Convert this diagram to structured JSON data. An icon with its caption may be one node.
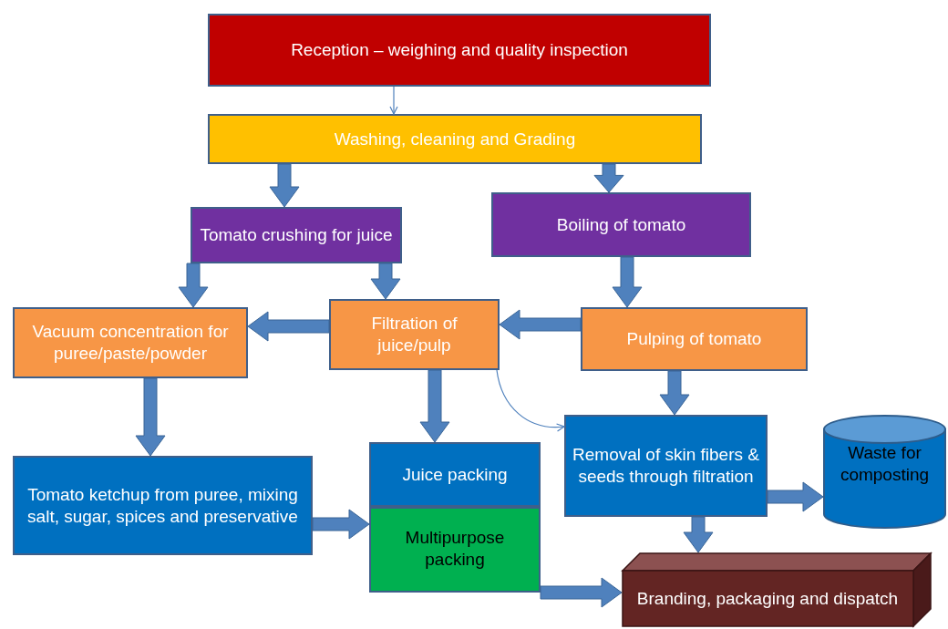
{
  "diagram": {
    "nodes": [
      {
        "text": [
          "Reception – weighing and quality inspection"
        ]
      },
      {
        "text": [
          "Washing, cleaning and Grading"
        ]
      },
      {
        "text": [
          "Tomato crushing for juice"
        ]
      },
      {
        "text": [
          "Boiling of tomato"
        ]
      },
      {
        "text": [
          "Vacuum concentration for puree/paste/powder"
        ]
      },
      {
        "text": [
          "Filtration of juice/pulp"
        ]
      },
      {
        "text": [
          "Pulping of tomato"
        ]
      },
      {
        "text": [
          "Tomato ketchup from puree, mixing salt, sugar, spices and preservative"
        ]
      },
      {
        "text": [
          "Juice packing"
        ]
      },
      {
        "text": [
          "Multipurpose packing"
        ]
      },
      {
        "text": [
          "Removal of skin fibers & seeds through filtration"
        ]
      },
      {
        "text": [
          "Waste for composting"
        ]
      },
      {
        "text": [
          "Branding, packaging and dispatch"
        ]
      }
    ],
    "edges": [
      {
        "from": 0,
        "to": 1,
        "arrow": "to"
      },
      {
        "from": 1,
        "to": 2,
        "arrow": "to",
        "style": "thick"
      },
      {
        "from": 1,
        "to": 3,
        "arrow": "to",
        "style": "thick"
      },
      {
        "from": 2,
        "to": 4,
        "arrow": "to",
        "style": "thick"
      },
      {
        "from": 2,
        "to": 5,
        "arrow": "to",
        "style": "thick"
      },
      {
        "from": 3,
        "to": 6,
        "arrow": "to",
        "style": "thick"
      },
      {
        "from": 6,
        "to": 5,
        "arrow": "to",
        "style": "thick"
      },
      {
        "from": 5,
        "to": 4,
        "arrow": "to",
        "style": "thick"
      },
      {
        "from": 4,
        "to": 7,
        "arrow": "to",
        "style": "thick"
      },
      {
        "from": 5,
        "to": 8,
        "arrow": "to",
        "style": "thick"
      },
      {
        "from": 6,
        "to": 10,
        "arrow": "to",
        "style": "thick"
      },
      {
        "from": 7,
        "to": 9,
        "arrow": "to",
        "style": "thick"
      },
      {
        "from": 5,
        "to": 10,
        "arrow": "to"
      },
      {
        "from": 10,
        "to": 11,
        "arrow": "to",
        "style": "thick"
      },
      {
        "from": 10,
        "to": 12,
        "arrow": "to",
        "style": "thick"
      },
      {
        "from": 9,
        "to": 12,
        "arrow": "to",
        "style": "thick"
      }
    ]
  }
}
